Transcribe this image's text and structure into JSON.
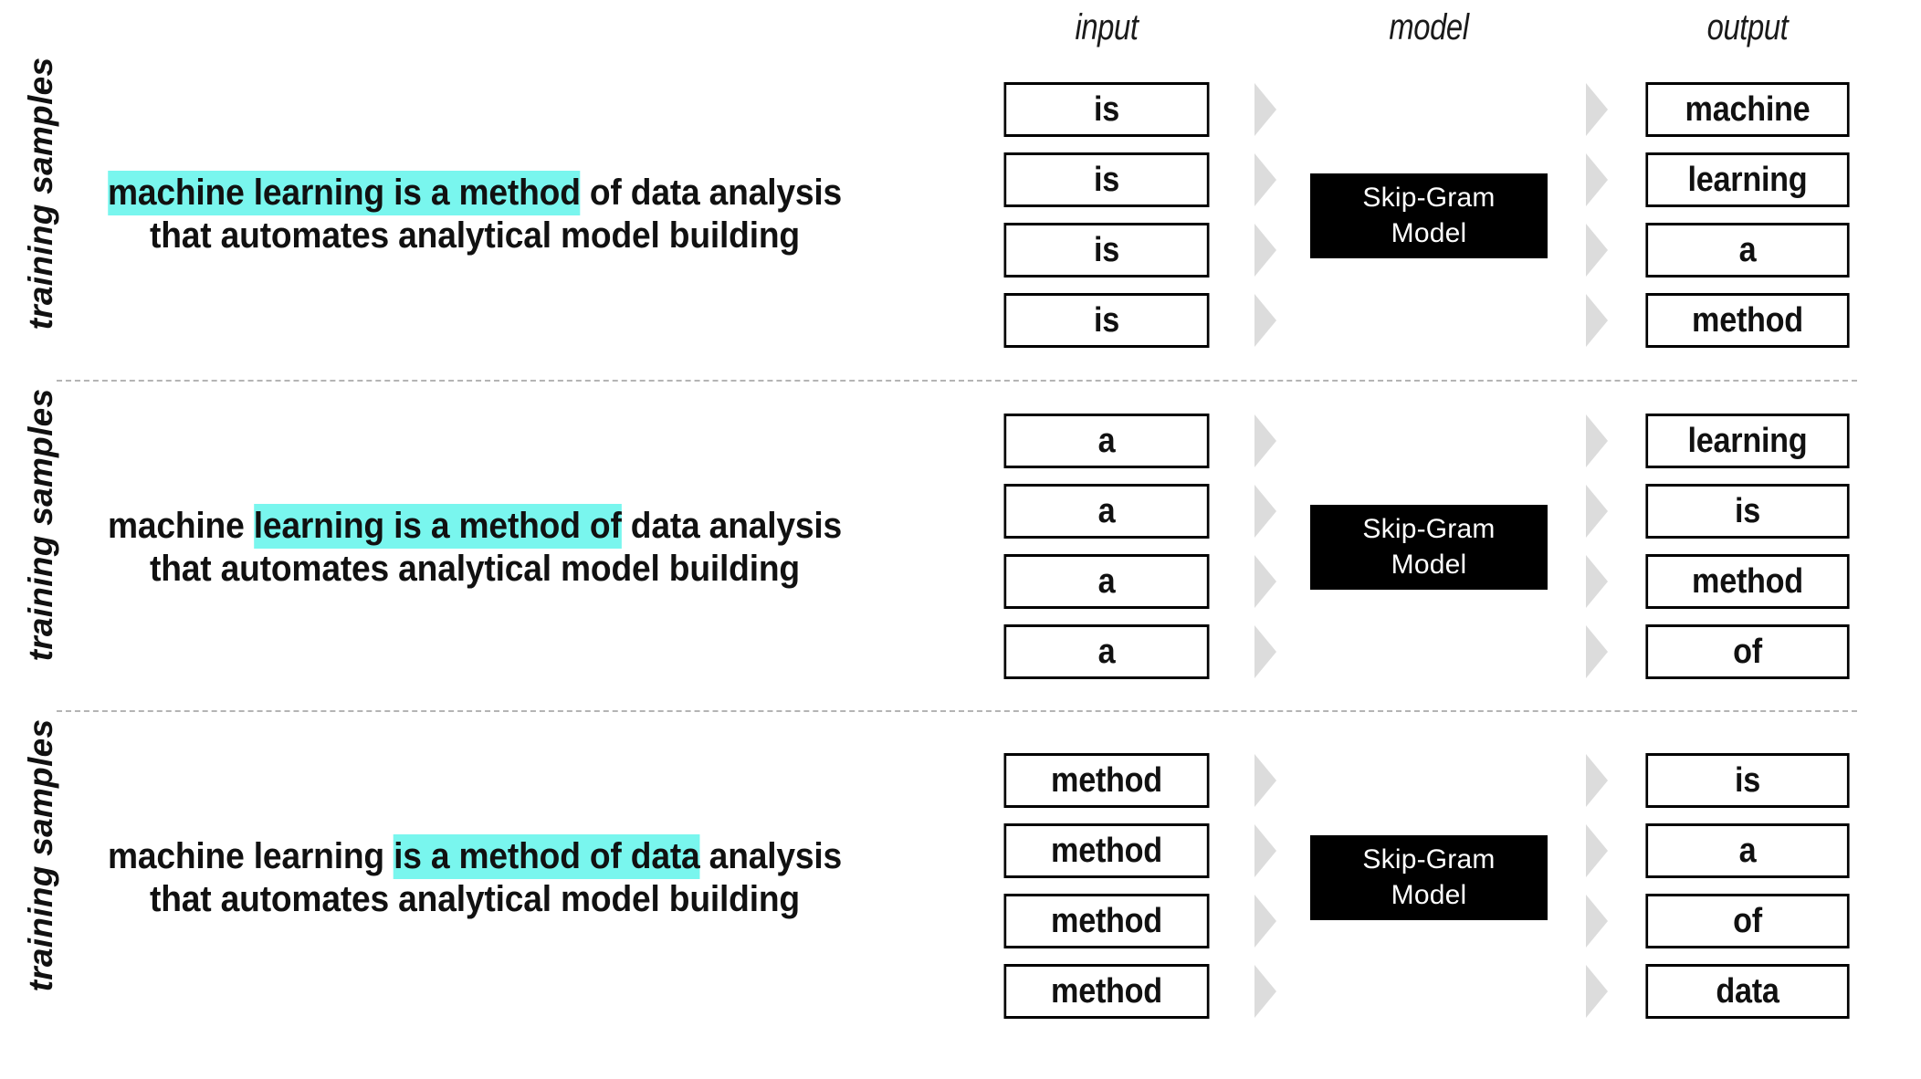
{
  "headers": {
    "input": "input",
    "model": "model",
    "output": "output"
  },
  "row_label": "training samples",
  "model_box": {
    "line1": "Skip-Gram",
    "line2": "Model"
  },
  "colors": {
    "highlight": "#79f6ee",
    "model_box_bg": "#000000",
    "model_box_text": "#ffffff",
    "arrow": "#dcdcdc",
    "separator": "#b4b4b4",
    "box_border": "#000000",
    "text": "#111111"
  },
  "icons": {
    "arrow": "chevron-right-icon"
  },
  "blocks": [
    {
      "label": "training samples",
      "sentence": {
        "pre": "",
        "highlight": "machine learning is a method",
        "mid": " of data analysis",
        "line2": "that automates analytical model building"
      },
      "inputs": [
        "is",
        "is",
        "is",
        "is"
      ],
      "outputs": [
        "machine",
        "learning",
        "a",
        "method"
      ],
      "model": "Skip-Gram Model"
    },
    {
      "label": "training samples",
      "sentence": {
        "pre": "machine ",
        "highlight": "learning is a method of",
        "mid": " data analysis",
        "line2": "that automates analytical model building"
      },
      "inputs": [
        "a",
        "a",
        "a",
        "a"
      ],
      "outputs": [
        "learning",
        "is",
        "method",
        "of"
      ],
      "model": "Skip-Gram Model"
    },
    {
      "label": "training samples",
      "sentence": {
        "pre": "machine learning ",
        "highlight": "is a method of data",
        "mid": " analysis",
        "line2": "that automates analytical model building"
      },
      "inputs": [
        "method",
        "method",
        "method",
        "method"
      ],
      "outputs": [
        "is",
        "a",
        "of",
        "data"
      ],
      "model": "Skip-Gram Model"
    }
  ]
}
